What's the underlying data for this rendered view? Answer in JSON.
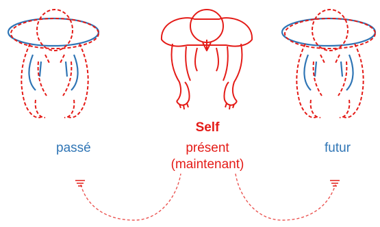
{
  "colors": {
    "red": "#e41b17",
    "blue": "#2f75b5",
    "background": "#ffffff"
  },
  "labels": {
    "self": "Self",
    "past": "passé",
    "present_line1": "présent",
    "present_line2": "(maintenant)",
    "future": "futur"
  },
  "figures": [
    {
      "name": "past-figure",
      "style": "dashed-red-over-blue"
    },
    {
      "name": "present-figure",
      "style": "solid-red"
    },
    {
      "name": "future-figure",
      "style": "dashed-red-over-blue"
    }
  ],
  "connectors": [
    {
      "name": "past-to-present-arc",
      "style": "dashed-red"
    },
    {
      "name": "present-to-future-arc",
      "style": "dashed-red"
    }
  ]
}
